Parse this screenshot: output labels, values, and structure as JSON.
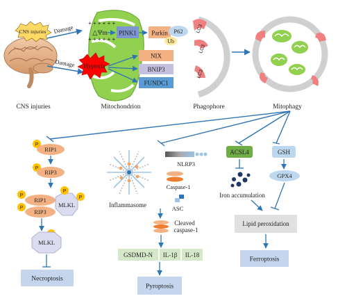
{
  "top": {
    "cns_injuries_box": "CNS injuries",
    "damage_upper": "Damage",
    "damage_lower": "Damage",
    "delta_psi": "△Ψm",
    "pink1": "PINK1",
    "parkin": "Parkin",
    "p62": "P62",
    "ub": "Ub",
    "hypoxia": "Hypoxia",
    "nix": "NIX",
    "bnip3": "BNIP3",
    "fundc1": "FUNDC1",
    "lc3": "LC3",
    "captions": {
      "cns": "CNS injuries",
      "mitochondrion": "Mitochondrion",
      "phagophore": "Phagophore",
      "mitophagy": "Mitophagy"
    }
  },
  "necroptosis_panel": {
    "p": "P",
    "rip1": "RIP1",
    "rip3": "RIP3",
    "mlkl": "MLKL",
    "result": "Necroptosis"
  },
  "pyroptosis_panel": {
    "inflammasome": "Inflammasome",
    "nlrp3": "NLRP3",
    "caspase1": "Caspase-1",
    "asc": "ASC",
    "cleaved_line1": "Cleaved",
    "cleaved_line2": "caspase-1",
    "gsdmd": "GSDMD-N",
    "il1b": "IL-1β",
    "il18": "IL-18",
    "result": "Pyroptosis"
  },
  "ferroptosis_panel": {
    "acsl4": "ACSL4",
    "gsh": "GSH",
    "gpx4": "GPX4",
    "iron": "Iron accumulation",
    "lipid": "Lipid peroxidation",
    "result": "Ferroptosis"
  },
  "colors": {
    "arrow_blue": "#2e75b6",
    "mito_green": "#92d050",
    "pink1_blue": "#7f95d1",
    "parkin_orange": "#f4b183",
    "p62_blue": "#bdd7ee",
    "nix_orange": "#f4b183",
    "bnip3_purple": "#c5c0e0",
    "fundc1_blue": "#5b9bd5",
    "lc3_pink": "#f08080",
    "hypoxia_red": "#ff0000",
    "rip_orange": "#f4b183",
    "mlkl_lavender": "#dcdcf0",
    "result_blue": "#c5d5ee",
    "il_green": "#d5e8c9",
    "lipid_gray": "#e0e0e0",
    "p_yellow": "#ffc000",
    "acsl4_green": "#70ad47",
    "gsh_blue": "#bdd7ee",
    "iron_navy": "#1f3864"
  },
  "icons": [
    "brain-icon",
    "hypoxia-burst-icon",
    "phosphate-icon",
    "inflammasome-icon",
    "iron-cluster-icon",
    "lc3-crescent-icon"
  ]
}
